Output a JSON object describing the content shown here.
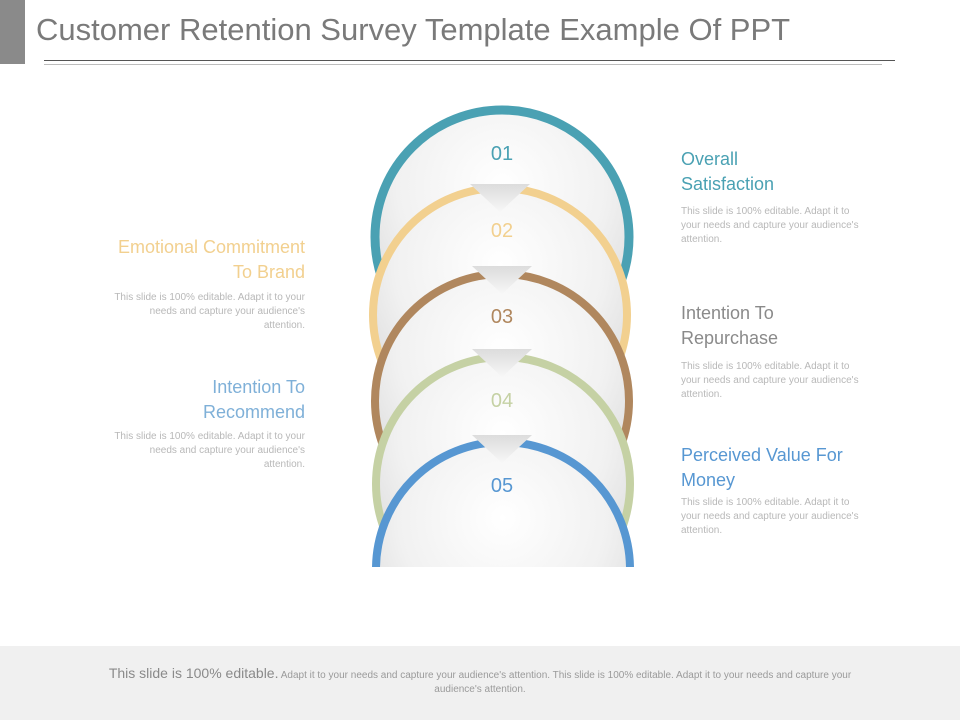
{
  "title": "Customer Retention Survey Template Example Of PPT",
  "colors": {
    "teal": "#4aa1b3",
    "gold": "#f2d08f",
    "brown": "#b0875e",
    "sage": "#c5d1a4",
    "blue": "#5797d2"
  },
  "rings": [
    {
      "number": "01",
      "color": "#4aa1b3"
    },
    {
      "number": "02",
      "color": "#f2d08f"
    },
    {
      "number": "03",
      "color": "#b0875e"
    },
    {
      "number": "04",
      "color": "#c5d1a4"
    },
    {
      "number": "05",
      "color": "#5797d2"
    }
  ],
  "items": {
    "overall_satisfaction": {
      "label_line1": "Overall",
      "label_line2": "Satisfaction",
      "color": "#4aa1b3",
      "desc_line1": "This slide is 100%  editable. Adapt it to",
      "desc_line2": "your needs and capture your audience's",
      "desc_line3": "attention."
    },
    "emotional_commitment": {
      "label_line1": "Emotional Commitment",
      "label_line2": "To Brand",
      "color": "#f2d08f",
      "desc_line1": "This slide is 100%  editable. Adapt it to your",
      "desc_line2": "needs and capture your audience's",
      "desc_line3": "attention."
    },
    "intention_repurchase": {
      "label_line1": "Intention To",
      "label_line2": "Repurchase",
      "color": "#8a8a8a",
      "desc_line1": "This slide is 100%  editable. Adapt it to",
      "desc_line2": "your needs and capture your audience's",
      "desc_line3": "attention."
    },
    "intention_recommend": {
      "label_line1": "Intention To",
      "label_line2": "Recommend",
      "color": "#7fb0d8",
      "desc_line1": "This slide is 100%  editable. Adapt it to your",
      "desc_line2": "needs and capture your audience's",
      "desc_line3": "attention."
    },
    "perceived_value": {
      "label_line1": "Perceived Value For",
      "label_line2": "Money",
      "color": "#5797d2",
      "desc_line1": "This slide is 100%  editable. Adapt it to",
      "desc_line2": "your needs and capture your audience's",
      "desc_line3": "attention."
    }
  },
  "footer": {
    "lead": "This slide is 100% editable.",
    "body": "Adapt it to your needs and capture your audience's attention. This slide is 100% editable. Adapt it to your needs and capture your",
    "tail": "audience's attention."
  }
}
